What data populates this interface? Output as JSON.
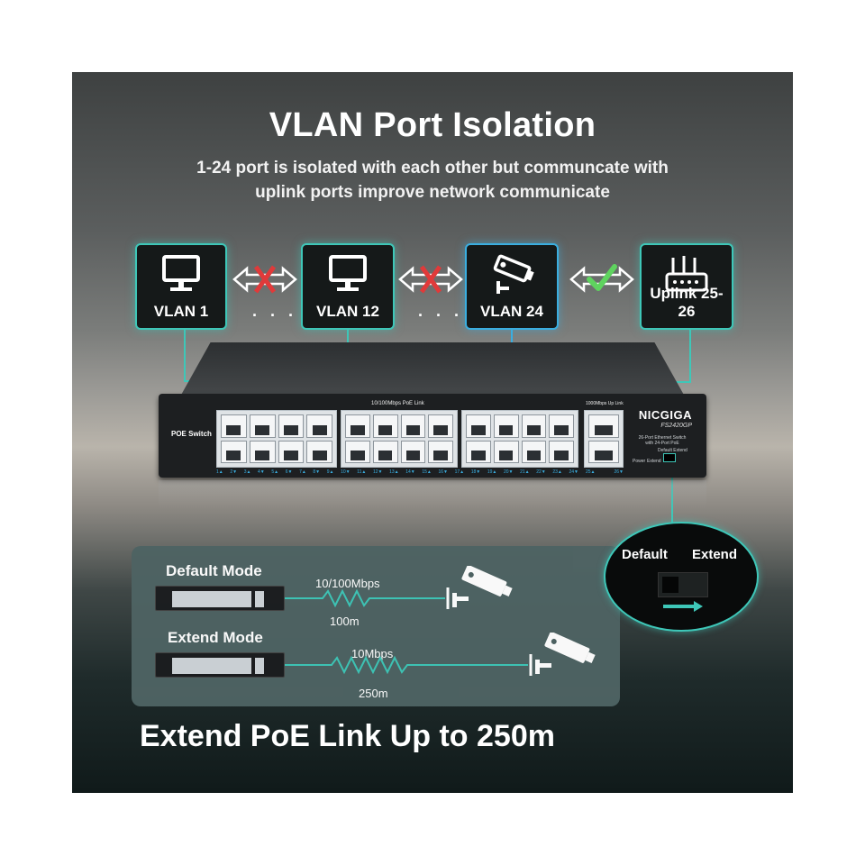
{
  "header": {
    "title": "VLAN Port Isolation",
    "subtitle_line1": "1-24 port is isolated with each other but communcate with",
    "subtitle_line2": "uplink ports improve network communicate"
  },
  "vlan_boxes": [
    {
      "label": "VLAN 1",
      "icon": "monitor-icon"
    },
    {
      "label": "VLAN 12",
      "icon": "monitor-icon"
    },
    {
      "label": "VLAN 24",
      "icon": "camera-icon"
    },
    {
      "label": "Uplink 25-26",
      "icon": "router-icon"
    }
  ],
  "separator_dots": ". . .",
  "links": [
    {
      "status": "blocked",
      "icon": "cross-icon"
    },
    {
      "status": "blocked",
      "icon": "cross-icon"
    },
    {
      "status": "allowed",
      "icon": "check-icon"
    }
  ],
  "switch": {
    "poe_label": "POE Switch",
    "port_header": "10/100Mbps PoE Link",
    "uplink_header": "1000Mbps Up Link",
    "brand": "NICGIGA",
    "model": "FS2420GP",
    "description_line1": "26-Port Ethernet Switch",
    "description_line2": "with 24-Port PoE",
    "led_power": "Power",
    "led_extend": "Extend",
    "dip_label": "Default  Extend",
    "port_numbers": [
      "1▲",
      "2▼",
      "3▲",
      "4▼",
      "5▲",
      "6▼",
      "7▲",
      "8▼",
      "9▲",
      "10▼",
      "11▲",
      "12▼",
      "13▲",
      "14▼",
      "15▲",
      "16▼",
      "17▲",
      "18▼",
      "19▲",
      "20▼",
      "21▲",
      "22▼",
      "23▲",
      "24▼"
    ],
    "uplink_numbers": [
      "25▲",
      "26▼"
    ]
  },
  "modes": {
    "default": {
      "title": "Default Mode",
      "speed": "10/100Mbps",
      "distance": "100m"
    },
    "extend": {
      "title": "Extend Mode",
      "speed": "10Mbps",
      "distance": "250m"
    }
  },
  "switch_zoom": {
    "default_label": "Default",
    "extend_label": "Extend"
  },
  "footer": {
    "headline": "Extend PoE Link Up to 250m"
  },
  "colors": {
    "accent_teal": "#3ec7b8",
    "accent_blue": "#3aaee0",
    "check_green": "#5fd35f",
    "cross_red": "#e03a3a"
  }
}
